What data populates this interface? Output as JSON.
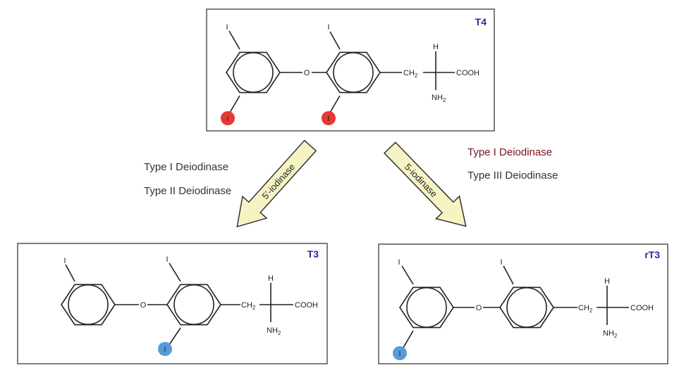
{
  "structures": {
    "t4": {
      "label": "T4",
      "iodine": "I",
      "oxygen": "O",
      "ch2": "CH",
      "sub2": "2",
      "h": "H",
      "nh": "NH",
      "cooh": "COOH"
    },
    "t3": {
      "label": "T3",
      "iodine": "I",
      "oxygen": "O",
      "ch2": "CH",
      "sub2": "2",
      "h": "H",
      "nh": "NH",
      "cooh": "COOH"
    },
    "rt3": {
      "label": "rT3",
      "iodine": "I",
      "oxygen": "O",
      "ch2": "CH",
      "sub2": "2",
      "h": "H",
      "nh": "NH",
      "cooh": "COOH"
    }
  },
  "pathways": {
    "left": {
      "arrow_label": "5'-iodinase",
      "enzymes": [
        "Type I Deiodinase",
        "Type II Deiodinase"
      ]
    },
    "right": {
      "arrow_label": "5-iodinase",
      "enzymes": [
        "Type I Deiodinase",
        "Type III Deiodinase"
      ]
    }
  },
  "colors": {
    "removed_iodine_t4": "#e53935",
    "removed_iodine_products": "#5b9bd5",
    "label": "#2a2a9a",
    "highlight_enzyme": "#7a1020",
    "arrow_fill": "#f7f4c4"
  }
}
